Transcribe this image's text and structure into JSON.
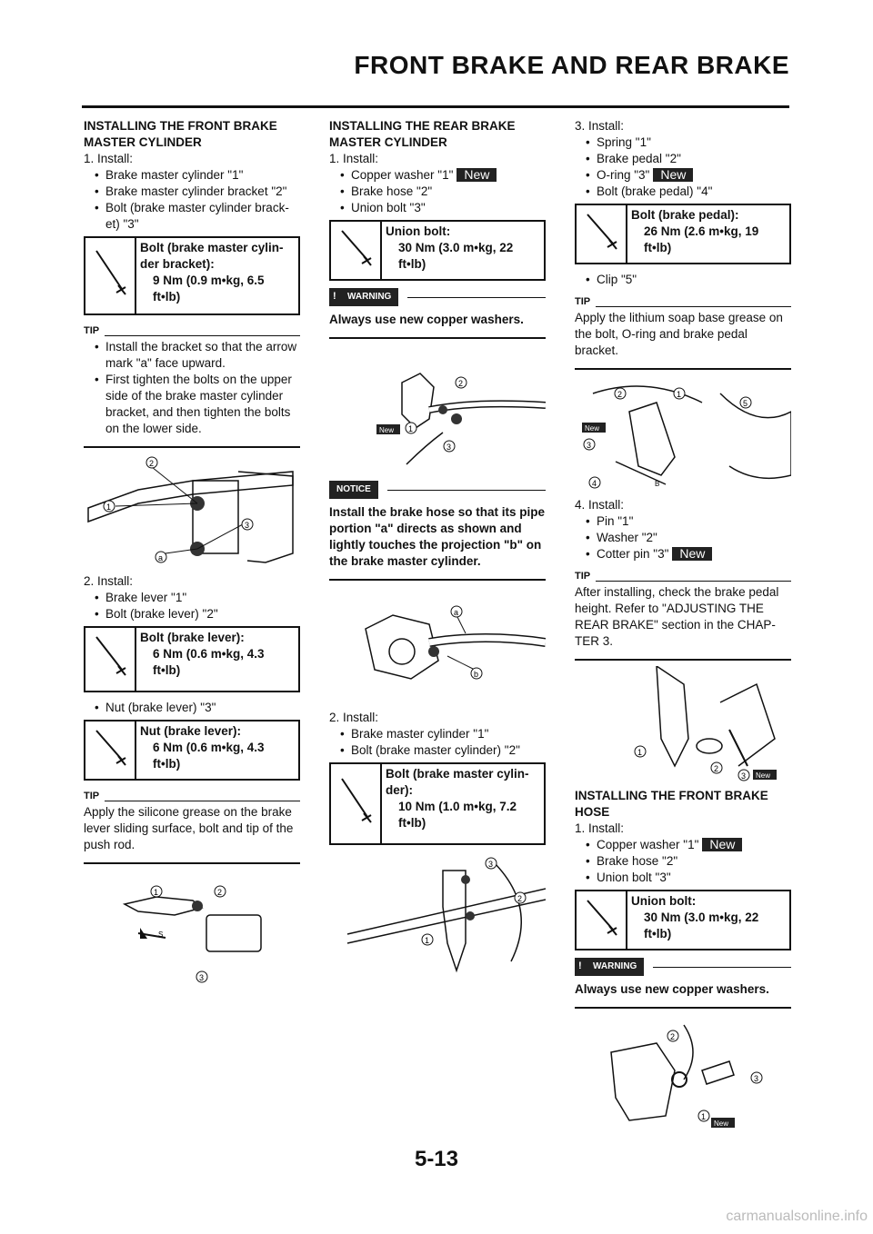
{
  "header": {
    "title": "FRONT BRAKE AND REAR BRAKE"
  },
  "col1": {
    "heading": "INSTALLING THE FRONT BRAKE MASTER CYLINDER",
    "step1": "1. Install:",
    "step1_items": [
      "Brake master cylinder \"1\"",
      "Brake master cylinder bracket \"2\"",
      "Bolt (brake master cylinder brack-et) \"3\""
    ],
    "torque1": {
      "label": "Bolt (brake master cylin-der bracket):",
      "value": "9 Nm (0.9 m•kg, 6.5 ft•lb)"
    },
    "tip1_head": "TIP",
    "tip1_items": [
      "Install the bracket so that the arrow mark \"a\" face upward.",
      "First tighten the bolts on the upper side of the brake master cylinder bracket, and then tighten the bolts on the lower side."
    ],
    "fig1_labels": [
      "2",
      "1",
      "3",
      "a"
    ],
    "step2": "2. Install:",
    "step2_items": [
      "Brake lever \"1\"",
      "Bolt (brake lever) \"2\""
    ],
    "torque2": {
      "label": "Bolt (brake lever):",
      "value": "6 Nm (0.6 m•kg, 4.3 ft•lb)"
    },
    "step2_item3": "Nut (brake lever) \"3\"",
    "torque3": {
      "label": "Nut (brake lever):",
      "value": "6 Nm (0.6 m•kg, 4.3 ft•lb)"
    },
    "tip2_head": "TIP",
    "tip2_text": "Apply the silicone grease on the brake lever sliding surface, bolt and tip of the push rod.",
    "fig2_labels": [
      "1",
      "2",
      "3",
      "S"
    ]
  },
  "col2": {
    "heading": "INSTALLING THE REAR BRAKE MASTER CYLINDER",
    "step1": "1. Install:",
    "step1_items": [
      "Copper washer \"1\"",
      "Brake hose \"2\"",
      "Union bolt \"3\""
    ],
    "new": "New",
    "torque1": {
      "label": "Union bolt:",
      "value": "30 Nm (3.0 m•kg, 22 ft•lb)"
    },
    "warning_badge": "WARNING",
    "warning_text": "Always use new copper washers.",
    "fig1_labels": [
      "2",
      "1",
      "3",
      "New"
    ],
    "notice_badge": "NOTICE",
    "notice_text": "Install the brake hose so that its pipe portion \"a\" directs as shown and lightly touches the projection \"b\" on the brake master cylinder.",
    "fig2_labels": [
      "a",
      "b"
    ],
    "step2": "2. Install:",
    "step2_items": [
      "Brake master cylinder \"1\"",
      "Bolt (brake master cylinder) \"2\""
    ],
    "torque2": {
      "label": "Bolt (brake master cylin-der):",
      "value": "10 Nm (1.0 m•kg, 7.2 ft•lb)"
    },
    "fig3_labels": [
      "3",
      "2",
      "1"
    ]
  },
  "col3": {
    "step3": "3. Install:",
    "step3_items": [
      "Spring \"1\"",
      "Brake pedal \"2\"",
      "O-ring \"3\"",
      "Bolt (brake pedal) \"4\""
    ],
    "new": "New",
    "torque1": {
      "label": "Bolt (brake pedal):",
      "value": "26 Nm (2.6 m•kg, 19 ft•lb)"
    },
    "step3_item5": "Clip \"5\"",
    "tip1_head": "TIP",
    "tip1_text": "Apply the lithium soap base grease on the bolt, O-ring and brake pedal bracket.",
    "fig1_labels": [
      "2",
      "1",
      "5",
      "New",
      "3",
      "4",
      "B"
    ],
    "step4": "4. Install:",
    "step4_items": [
      "Pin \"1\"",
      "Washer \"2\"",
      "Cotter pin \"3\""
    ],
    "tip2_head": "TIP",
    "tip2_text": "After installing, check the brake pedal height. Refer to \"ADJUSTING THE REAR BRAKE\" section in the CHAP-TER 3.",
    "fig2_labels": [
      "1",
      "2",
      "3",
      "New"
    ],
    "heading2": "INSTALLING THE FRONT BRAKE HOSE",
    "step5": "1. Install:",
    "step5_items": [
      "Copper washer \"1\"",
      "Brake hose \"2\"",
      "Union bolt \"3\""
    ],
    "torque2": {
      "label": "Union bolt:",
      "value": "30 Nm (3.0 m•kg, 22 ft•lb)"
    },
    "warning_badge": "WARNING",
    "warning_text": "Always use new copper washers.",
    "fig3_labels": [
      "2",
      "3",
      "1",
      "New"
    ]
  },
  "footer": {
    "page_number": "5-13",
    "watermark": "carmanualsonline.info"
  }
}
